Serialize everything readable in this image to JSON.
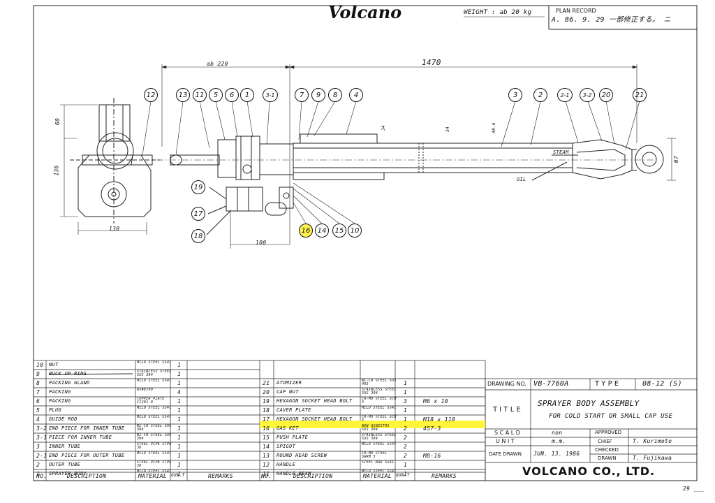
{
  "header": {
    "brand": "Volcano",
    "weight": "WEIGHT : ab 20 kg",
    "plan_record_label": "PLAN RECORD",
    "plan_record_note": "A. 86. 9. 29 一部修正する。 ニ"
  },
  "dimensions": {
    "overall": "1470",
    "left_span": "ab 220",
    "vertical_left": "136",
    "vertical_top": "60",
    "bottom_left": "130",
    "bottom_mid": "100",
    "right_v": "67",
    "d1": "34",
    "d2": "48.6",
    "d3": "34"
  },
  "callouts": {
    "balloons": [
      "12",
      "13",
      "11",
      "5",
      "6",
      "1",
      "3-1",
      "7",
      "9",
      "8",
      "4",
      "3",
      "2",
      "2-1",
      "3-2",
      "20",
      "21",
      "19",
      "17",
      "18",
      "16",
      "14",
      "15",
      "10"
    ],
    "steam": "STEAM",
    "oil": "OIL"
  },
  "parts_left": [
    {
      "no": "10",
      "desc": "NUT",
      "mat": "MILD STEEL SS41",
      "qty": "1"
    },
    {
      "no": "9",
      "desc": "BUCK UP RING",
      "mat": "STAINLESS STEEL SUS 304",
      "qty": "1"
    },
    {
      "no": "8",
      "desc": "PACKING GLAND",
      "mat": "MILD STEEL SS41",
      "qty": "1"
    },
    {
      "no": "7",
      "desc": "PACKING",
      "mat": "AS#8700",
      "qty": "4"
    },
    {
      "no": "6",
      "desc": "PACKING",
      "mat": "COPPER PLATE C1201-0",
      "qty": "1"
    },
    {
      "no": "5",
      "desc": "PLUG",
      "mat": "MILD STEEL SS41",
      "qty": "1"
    },
    {
      "no": "4",
      "desc": "GUIDE ROD",
      "mat": "MILD STEEL SS41",
      "qty": "1"
    },
    {
      "no": "3-2",
      "desc": "END PIECE FOR INNER TUBE",
      "mat": "NI-CR STEEL SUS 304",
      "qty": "1"
    },
    {
      "no": "3-1",
      "desc": "PIECE FOR INNER TUBE",
      "mat": "NI-CR STEEL SUS 304",
      "qty": "1"
    },
    {
      "no": "3",
      "desc": "INNER TUBE",
      "mat": "STEEL PIPE STPG 38",
      "qty": "1"
    },
    {
      "no": "2-1",
      "desc": "END PIECE FOR OUTER TUBE",
      "mat": "MILD STEEL SS41",
      "qty": "1"
    },
    {
      "no": "2",
      "desc": "OUTER TUBE",
      "mat": "STEEL PIPE STPG 38",
      "qty": "1"
    },
    {
      "no": "1",
      "desc": "SPRAYER BODY",
      "mat": "MILD STEEL SS41",
      "qty": "1"
    }
  ],
  "parts_right": [
    {
      "no": "21",
      "desc": "ATOMIZER",
      "mat": "NI-CR STEEL SUS 403",
      "qty": "1",
      "rem": ""
    },
    {
      "no": "20",
      "desc": "CAP NUT",
      "mat": "STAINLESS STEEL SUS 304",
      "qty": "1",
      "rem": ""
    },
    {
      "no": "19",
      "desc": "HEXAGON SOCKET HEAD BOLT",
      "mat": "CR-MO STEEL SCM 3",
      "qty": "3",
      "rem": "M6 x 10"
    },
    {
      "no": "18",
      "desc": "CAVER PLATE",
      "mat": "MILD STEEL SS41",
      "qty": "1",
      "rem": ""
    },
    {
      "no": "17",
      "desc": "HEXAGON SOCKET HEAD BOLT",
      "mat": "CR-MO STEEL SCM 3",
      "qty": "1",
      "rem": "M18 x 110"
    },
    {
      "no": "16",
      "desc": "GAS KET",
      "mat": "NON ASBESTOS SUS 304",
      "qty": "2",
      "rem": "457-3"
    },
    {
      "no": "15",
      "desc": "PUSH PLATE",
      "mat": "STAINLESS STEEL SUS 304",
      "qty": "2",
      "rem": ""
    },
    {
      "no": "14",
      "desc": "SPIGOT",
      "mat": "MILD STEEL SS41",
      "qty": "2",
      "rem": ""
    },
    {
      "no": "13",
      "desc": "ROUND HEAD SCREW",
      "mat": "CR-MO STEEL SWRM 3",
      "qty": "2",
      "rem": "M8-16"
    },
    {
      "no": "12",
      "desc": "HANDLE",
      "mat": "STEEL BAR SS41",
      "qty": "1",
      "rem": ""
    },
    {
      "no": "11",
      "desc": "HANDLE BEAM",
      "mat": "MILD STEEL SS41",
      "qty": "1",
      "rem": ""
    }
  ],
  "parts_header": {
    "no": "NO.",
    "desc": "DESCRIPTION",
    "mat": "MATERIAL",
    "qty": "QUN.T",
    "rem": "REMARKS"
  },
  "title_block": {
    "drawing_no_label": "DRAWING NO.",
    "drawing_no": "VB-7760A",
    "type_label": "T Y P E",
    "type_value": "08-12 (S)",
    "title_label": "T I T L E",
    "title_line1": "SPRAYER BODY ASSEMBLY",
    "title_line2": "FOR COLD START OR SMALL CAP USE",
    "scale_label": "S C A L D",
    "scale_value": "non",
    "unit_label": "U N I T",
    "unit_value": "m.m.",
    "date_label": "DATE DRAWN",
    "date_value": "JUN. 13. 1986",
    "approved_label": "APPROVED",
    "chief_label": "CHIEF",
    "chief_sig": "T. Kurimoto",
    "checked_label": "CHECKED",
    "drawn_label": "DRAWN",
    "drawn_sig": "T. Fujikawa",
    "company": "VOLCANO CO., LTD.",
    "page_note": "29 ___"
  },
  "highlight": "#fff53a"
}
